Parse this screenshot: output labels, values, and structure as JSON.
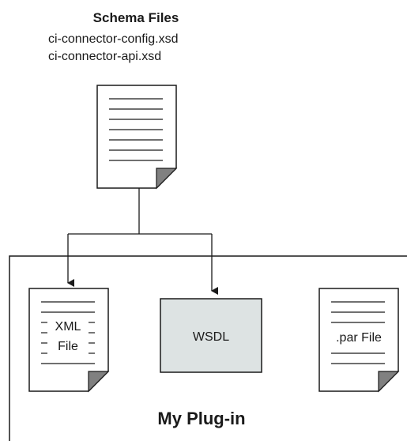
{
  "schema": {
    "heading": "Schema Files",
    "files": [
      "ci-connector-config.xsd",
      "ci-connector-api.xsd"
    ]
  },
  "plugin": {
    "label": "My Plug-in",
    "xml_file": {
      "line1": "XML",
      "line2": "File"
    },
    "wsdl": {
      "label": "WSDL",
      "fill": "#dde3e3"
    },
    "par_file": {
      "label": ".par File"
    }
  },
  "colors": {
    "stroke": "#1a1a1a",
    "fold": "#808080"
  }
}
